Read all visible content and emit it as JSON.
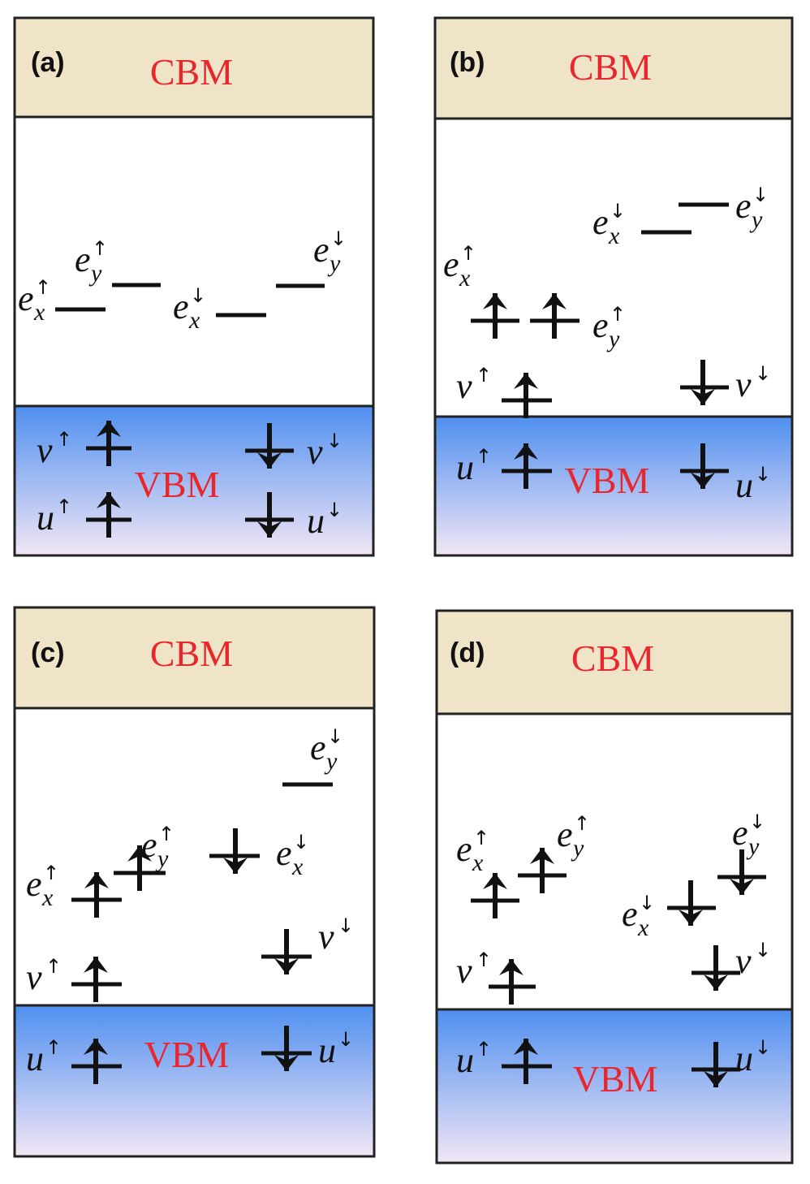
{
  "colors": {
    "cbm_fill": "#efe3c8",
    "vbm_top": "#4f8ff0",
    "vbm_bottom": "#f2e6f5",
    "band_text": "#e8262c",
    "frame": "#222222",
    "level": "#111111"
  },
  "panels": [
    {
      "label": "(a)",
      "cbm_label": "CBM",
      "vbm_label": "VBM",
      "levels": [
        {
          "name": "e",
          "sub": "x",
          "spin": "↑",
          "occ": "empty"
        },
        {
          "name": "e",
          "sub": "y",
          "spin": "↑",
          "occ": "empty"
        },
        {
          "name": "e",
          "sub": "x",
          "spin": "↓",
          "occ": "empty"
        },
        {
          "name": "e",
          "sub": "y",
          "spin": "↓",
          "occ": "empty"
        },
        {
          "name": "v",
          "sub": "",
          "spin": "↑",
          "occ": "up"
        },
        {
          "name": "v",
          "sub": "",
          "spin": "↓",
          "occ": "down"
        },
        {
          "name": "u",
          "sub": "",
          "spin": "↑",
          "occ": "up"
        },
        {
          "name": "u",
          "sub": "",
          "spin": "↓",
          "occ": "down"
        }
      ]
    },
    {
      "label": "(b)",
      "cbm_label": "CBM",
      "vbm_label": "VBM",
      "levels": [
        {
          "name": "e",
          "sub": "x",
          "spin": "↓",
          "occ": "empty"
        },
        {
          "name": "e",
          "sub": "y",
          "spin": "↓",
          "occ": "empty"
        },
        {
          "name": "e",
          "sub": "x",
          "spin": "↑",
          "occ": "up"
        },
        {
          "name": "e",
          "sub": "y",
          "spin": "↑",
          "occ": "up"
        },
        {
          "name": "v",
          "sub": "",
          "spin": "↑",
          "occ": "up"
        },
        {
          "name": "v",
          "sub": "",
          "spin": "↓",
          "occ": "down"
        },
        {
          "name": "u",
          "sub": "",
          "spin": "↑",
          "occ": "up"
        },
        {
          "name": "u",
          "sub": "",
          "spin": "↓",
          "occ": "down"
        }
      ]
    },
    {
      "label": "(c)",
      "cbm_label": "CBM",
      "vbm_label": "VBM",
      "levels": [
        {
          "name": "e",
          "sub": "y",
          "spin": "↓",
          "occ": "empty"
        },
        {
          "name": "e",
          "sub": "y",
          "spin": "↑",
          "occ": "up"
        },
        {
          "name": "e",
          "sub": "x",
          "spin": "↓",
          "occ": "down"
        },
        {
          "name": "e",
          "sub": "x",
          "spin": "↑",
          "occ": "up"
        },
        {
          "name": "v",
          "sub": "",
          "spin": "↓",
          "occ": "down"
        },
        {
          "name": "v",
          "sub": "",
          "spin": "↑",
          "occ": "up"
        },
        {
          "name": "u",
          "sub": "",
          "spin": "↑",
          "occ": "up"
        },
        {
          "name": "u",
          "sub": "",
          "spin": "↓",
          "occ": "down"
        }
      ]
    },
    {
      "label": "(d)",
      "cbm_label": "CBM",
      "vbm_label": "VBM",
      "levels": [
        {
          "name": "e",
          "sub": "x",
          "spin": "↑",
          "occ": "up"
        },
        {
          "name": "e",
          "sub": "y",
          "spin": "↑",
          "occ": "up"
        },
        {
          "name": "e",
          "sub": "y",
          "spin": "↓",
          "occ": "down"
        },
        {
          "name": "e",
          "sub": "x",
          "spin": "↓",
          "occ": "down"
        },
        {
          "name": "v",
          "sub": "",
          "spin": "↑",
          "occ": "up"
        },
        {
          "name": "v",
          "sub": "",
          "spin": "↓",
          "occ": "down"
        },
        {
          "name": "u",
          "sub": "",
          "spin": "↑",
          "occ": "up"
        },
        {
          "name": "u",
          "sub": "",
          "spin": "↓",
          "occ": "down"
        }
      ]
    }
  ]
}
